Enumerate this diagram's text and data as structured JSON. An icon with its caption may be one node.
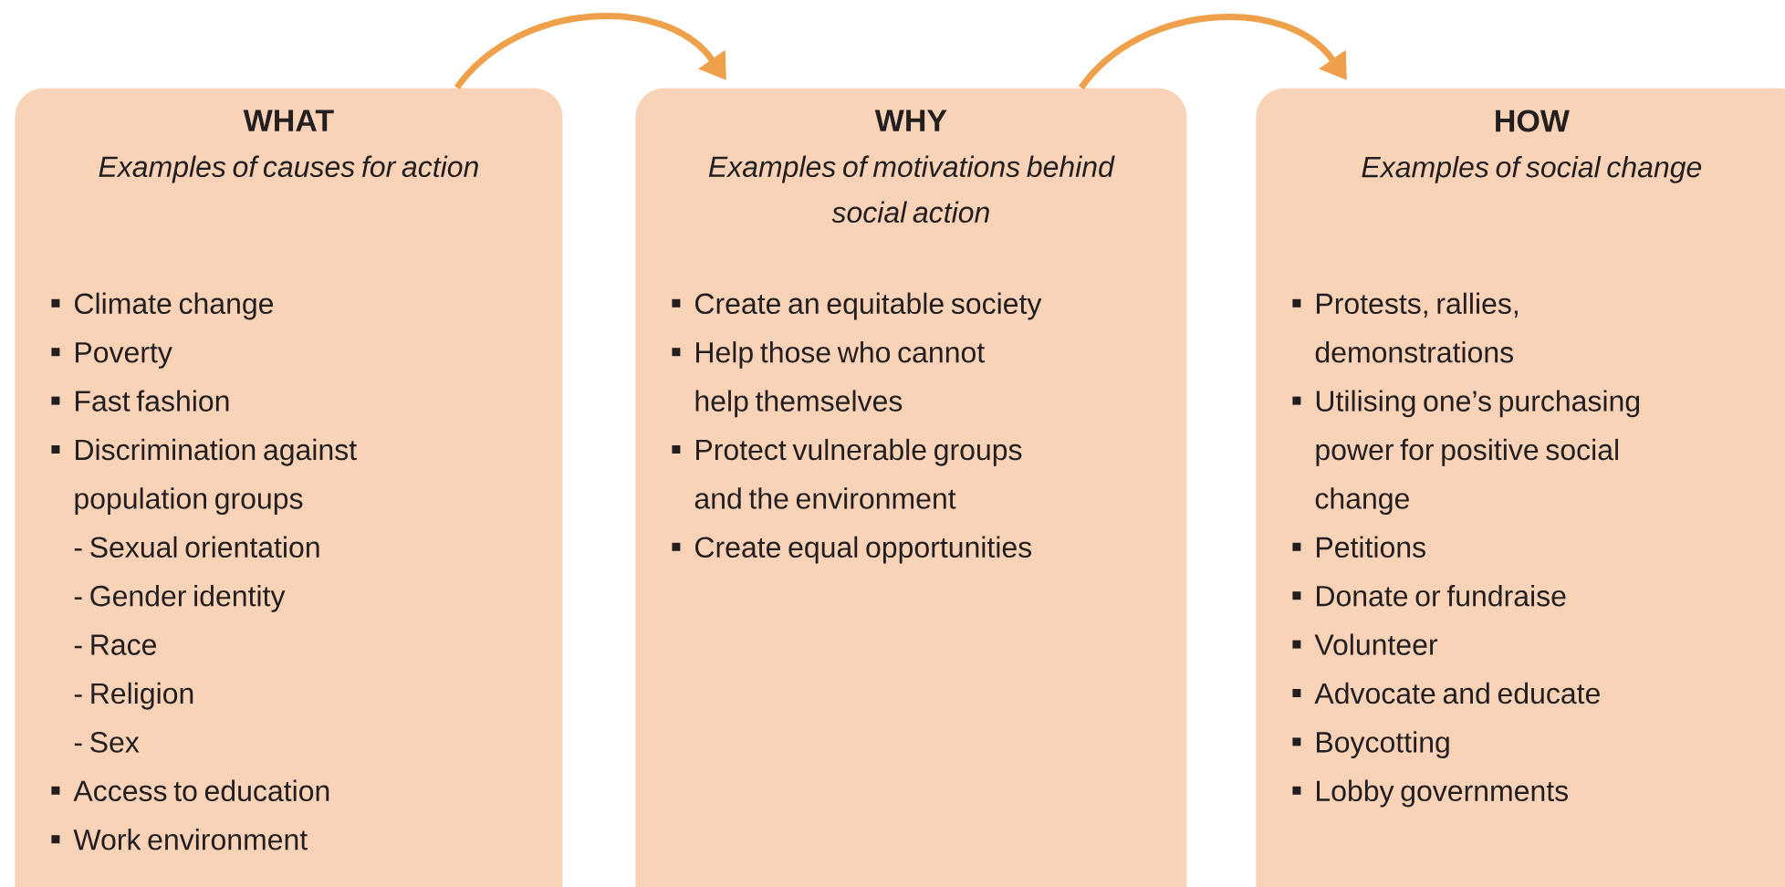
{
  "diagram": {
    "nodes": [
      {
        "text": [
          "WHAT",
          "Examples of causes for action",
          "Climate change",
          "Poverty",
          "Fast fashion",
          "Discrimination against population groups",
          "- Sexual orientation",
          "- Gender identity",
          "- Race",
          "- Religion",
          "- Sex",
          "Access to education",
          "Work environment"
        ]
      },
      {
        "text": [
          "WHY",
          "Examples of motivations behind social action",
          "Create an equitable society",
          "Help those who cannot help themselves",
          "Protect vulnerable groups and the environment",
          "Create equal opportunities"
        ]
      },
      {
        "text": [
          "HOW",
          "Examples of social change",
          "Protests, rallies, demonstrations",
          "Utilising one’s purchasing power for positive social change",
          "Petitions",
          "Donate or fundraise",
          "Volunteer",
          "Advocate and educate",
          "Boycotting",
          "Lobby governments"
        ]
      }
    ],
    "edges": [
      {
        "from": 0,
        "to": 1,
        "arrow": "to"
      },
      {
        "from": 1,
        "to": 2,
        "arrow": "to"
      }
    ]
  }
}
